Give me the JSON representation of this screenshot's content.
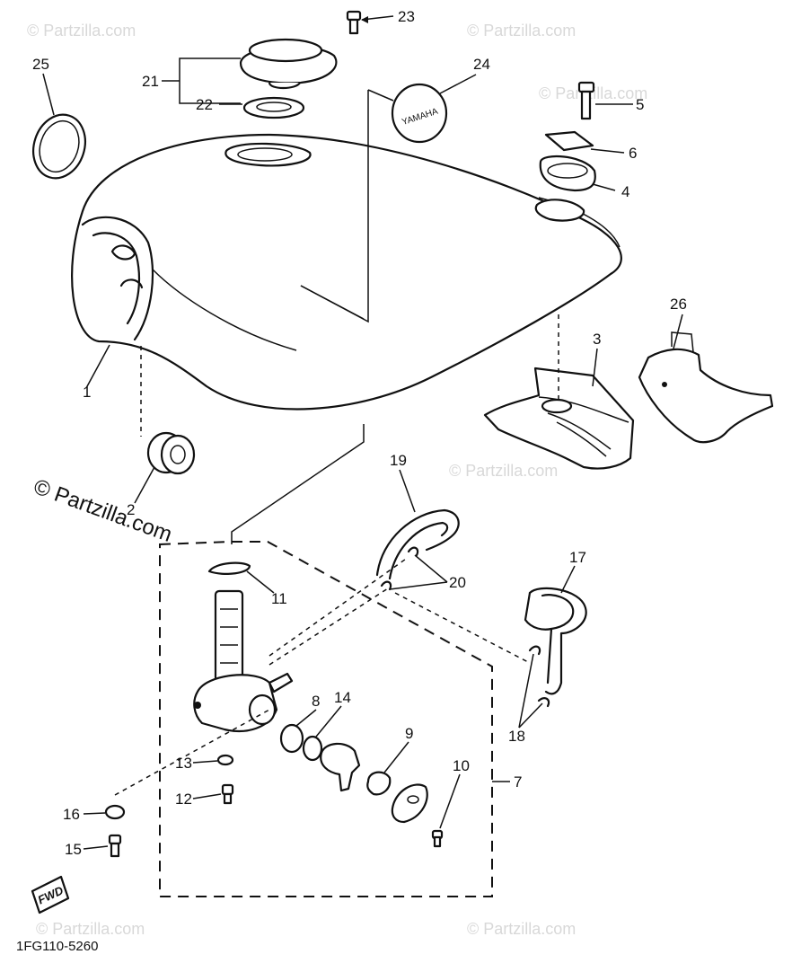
{
  "diagram": {
    "diagram_code": "1FG110-5260",
    "watermark": "© Partzilla.com",
    "watermark_faint": "© Partzilla.com",
    "fwd_badge": "FWD",
    "emblem_text": "YAMAHA",
    "callouts": [
      {
        "id": "c1",
        "label": "1"
      },
      {
        "id": "c2",
        "label": "2"
      },
      {
        "id": "c3",
        "label": "3"
      },
      {
        "id": "c4",
        "label": "4"
      },
      {
        "id": "c5",
        "label": "5"
      },
      {
        "id": "c6",
        "label": "6"
      },
      {
        "id": "c7",
        "label": "7"
      },
      {
        "id": "c8",
        "label": "8"
      },
      {
        "id": "c9",
        "label": "9"
      },
      {
        "id": "c10",
        "label": "10"
      },
      {
        "id": "c11",
        "label": "11"
      },
      {
        "id": "c12",
        "label": "12"
      },
      {
        "id": "c13",
        "label": "13"
      },
      {
        "id": "c14",
        "label": "14"
      },
      {
        "id": "c15",
        "label": "15"
      },
      {
        "id": "c16",
        "label": "16"
      },
      {
        "id": "c17",
        "label": "17"
      },
      {
        "id": "c18",
        "label": "18"
      },
      {
        "id": "c19",
        "label": "19"
      },
      {
        "id": "c20",
        "label": "20"
      },
      {
        "id": "c21",
        "label": "21"
      },
      {
        "id": "c22",
        "label": "22"
      },
      {
        "id": "c23",
        "label": "23"
      },
      {
        "id": "c24",
        "label": "24"
      },
      {
        "id": "c25",
        "label": "25"
      },
      {
        "id": "c26",
        "label": "26"
      }
    ]
  }
}
